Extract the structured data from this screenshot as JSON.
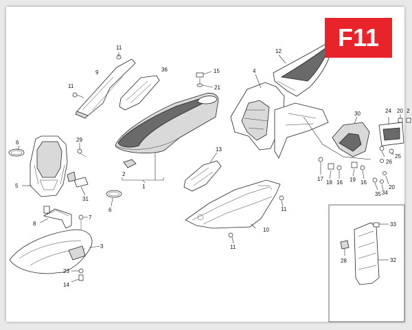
{
  "badge": {
    "text": "F11",
    "color": "#e8232a"
  },
  "callouts": {
    "c11a": "11",
    "c9": "9",
    "c36": "36",
    "c15": "15",
    "c21": "21",
    "c4": "4",
    "c12": "12",
    "c20a": "20",
    "c2a": "2",
    "c11b": "11",
    "c6a": "6",
    "c29": "29",
    "c5": "5",
    "c31": "31",
    "c30": "30",
    "c24": "24",
    "c13": "13",
    "c2b": "2",
    "c1": "1",
    "c6b": "6",
    "c26": "26",
    "c25": "25",
    "c17": "17",
    "c18": "18",
    "c16a": "16",
    "c19": "19",
    "c16b": "16",
    "c20b": "20",
    "c35": "35",
    "c34": "34",
    "c11c": "11",
    "c8": "8",
    "c7": "7",
    "c10": "10",
    "c11d": "11",
    "c3": "3",
    "c33": "33",
    "c23": "23",
    "c14": "14",
    "c28": "28",
    "c32": "32"
  }
}
